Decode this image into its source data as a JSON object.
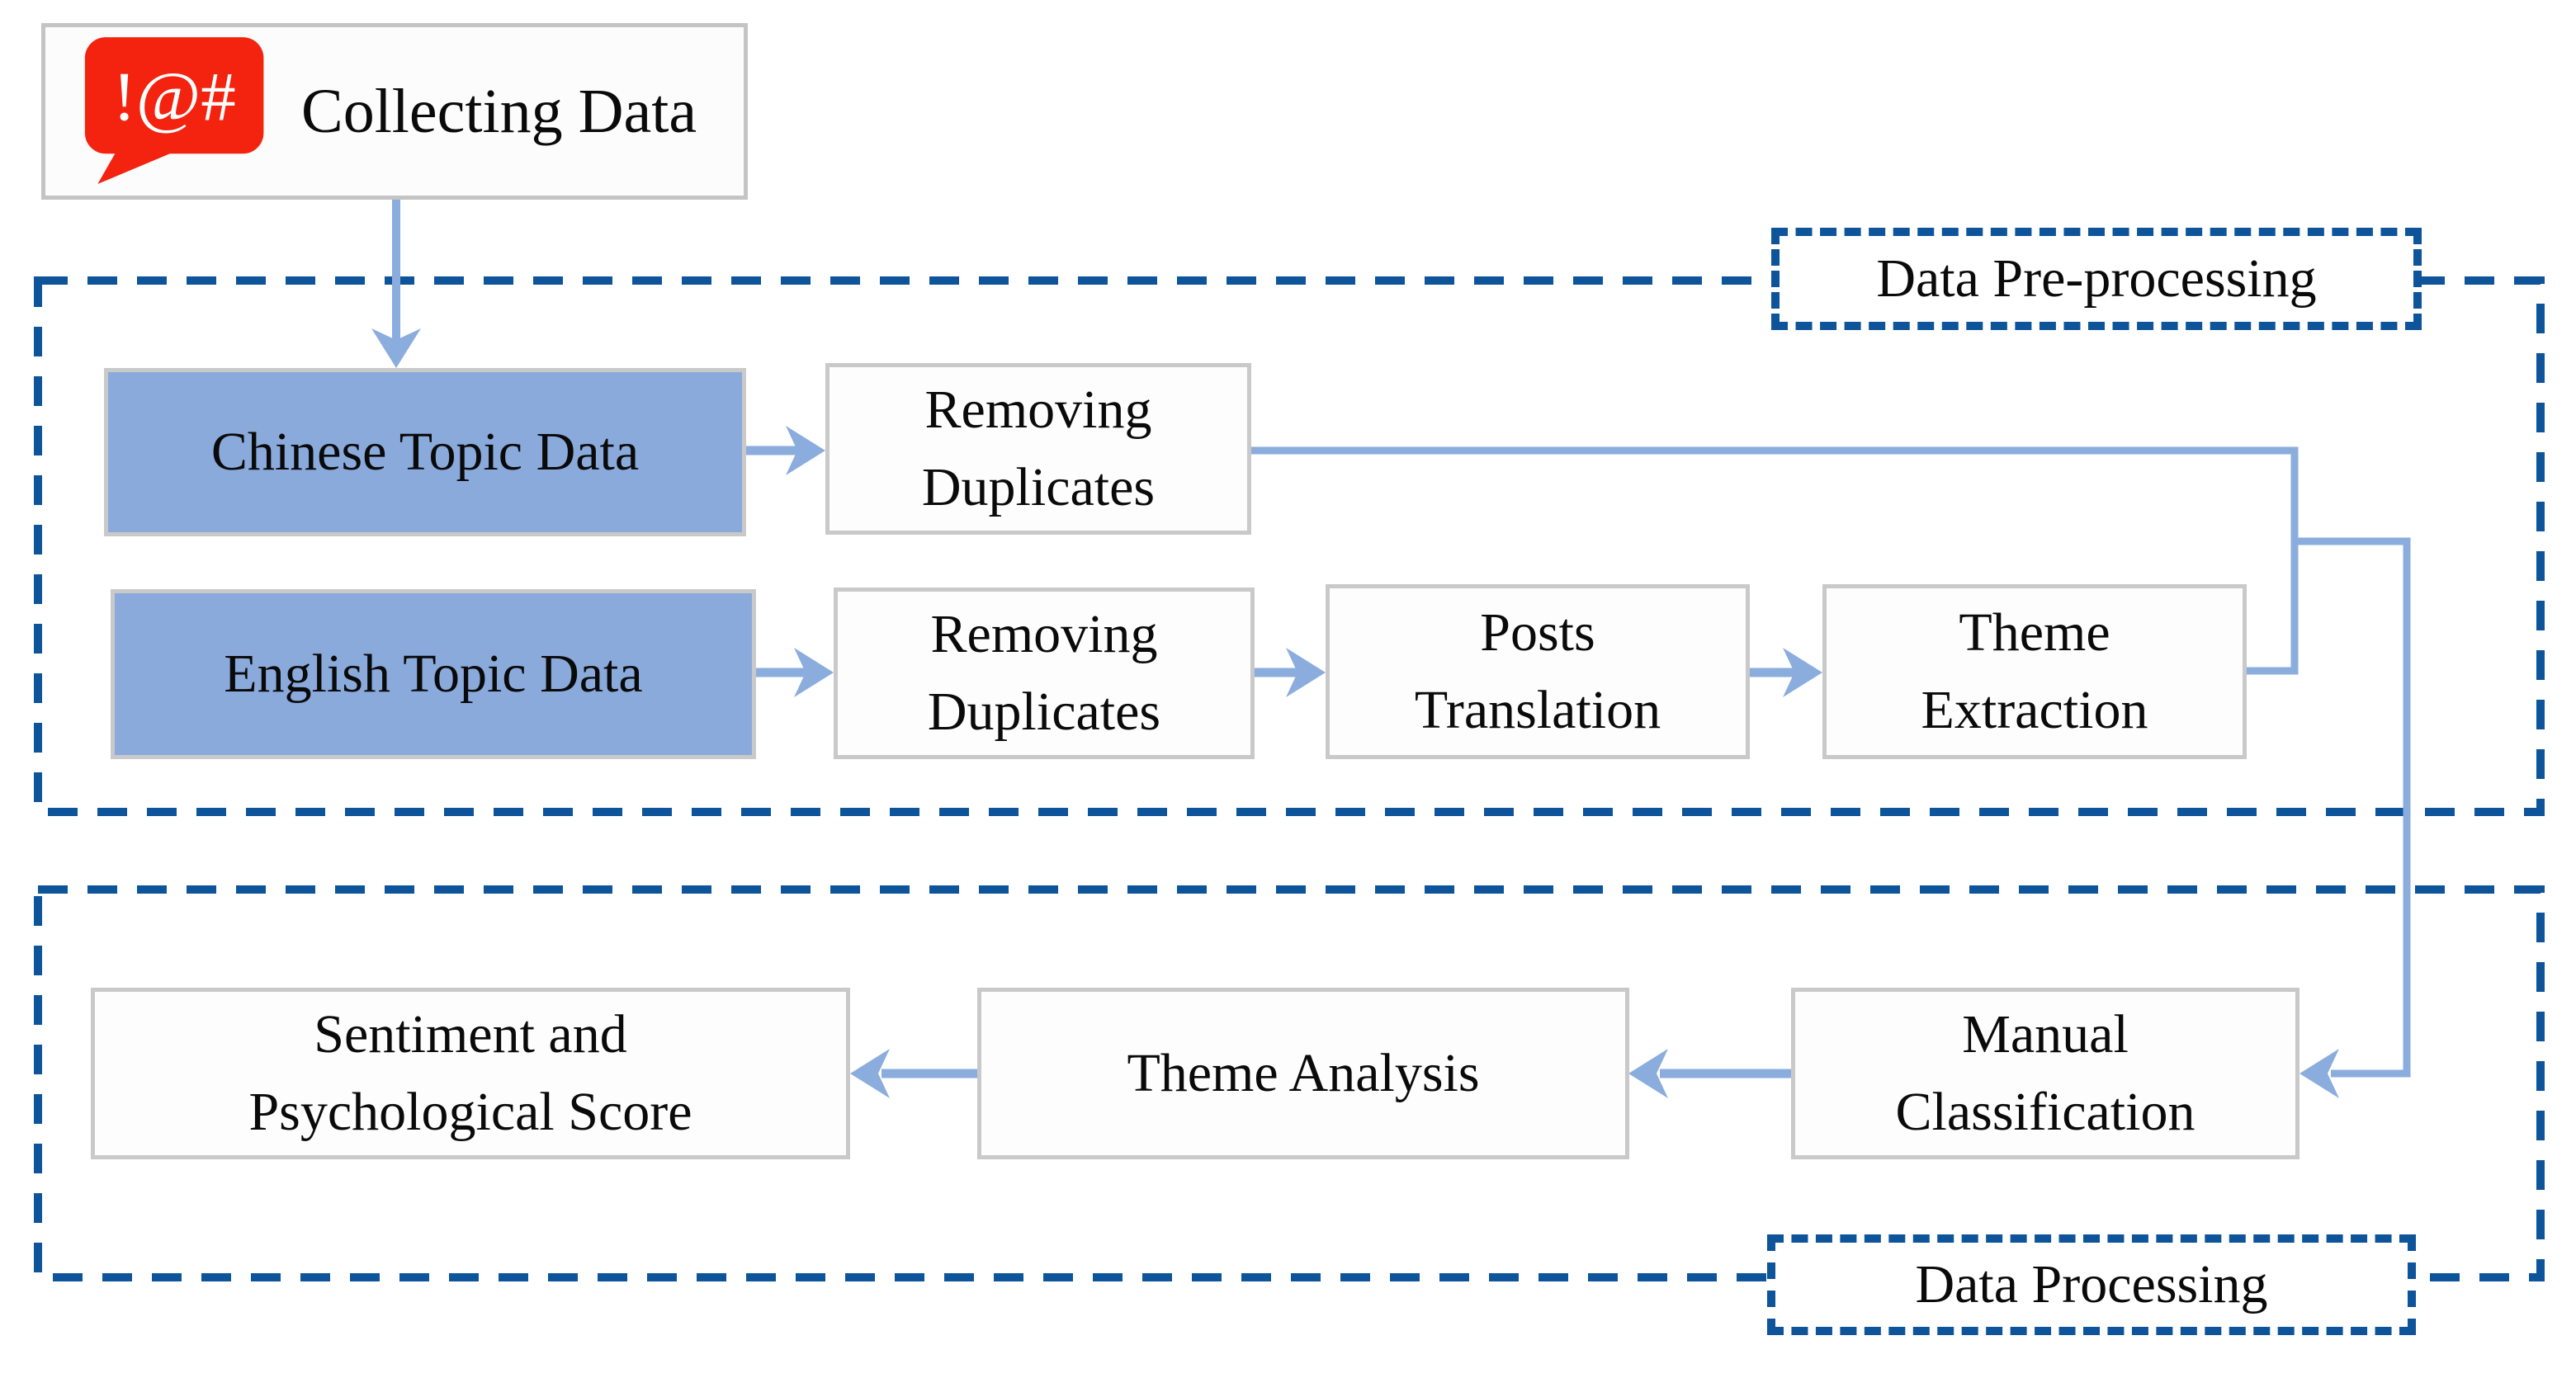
{
  "diagram": {
    "collecting": {
      "label": "Collecting Data",
      "icon_text": "!@#"
    },
    "containers": [
      {
        "label": "Data Pre-processing"
      },
      {
        "label": "Data Processing"
      }
    ],
    "boxes": [
      {
        "id": "chinese-topic-data",
        "label": "Chinese Topic Data"
      },
      {
        "id": "removing-duplicates-1",
        "label": "Removing\nDuplicates"
      },
      {
        "id": "english-topic-data",
        "label": "English Topic Data"
      },
      {
        "id": "removing-duplicates-2",
        "label": "Removing\nDuplicates"
      },
      {
        "id": "posts-translation",
        "label": "Posts\nTranslation"
      },
      {
        "id": "theme-extraction",
        "label": "Theme\nExtraction"
      },
      {
        "id": "sentiment-score",
        "label": "Sentiment and\nPsychological Score"
      },
      {
        "id": "theme-analysis",
        "label": "Theme Analysis"
      },
      {
        "id": "manual-classification",
        "label": "Manual\nClassification"
      }
    ],
    "colors": {
      "dashed_border": "#0d549b",
      "arrow": "#8badde",
      "topic_box_fill": "#8aaadc",
      "box_border": "#c9c9c9",
      "speech_bubble_red": "#f3230f",
      "text": "#0a0a0a"
    }
  }
}
